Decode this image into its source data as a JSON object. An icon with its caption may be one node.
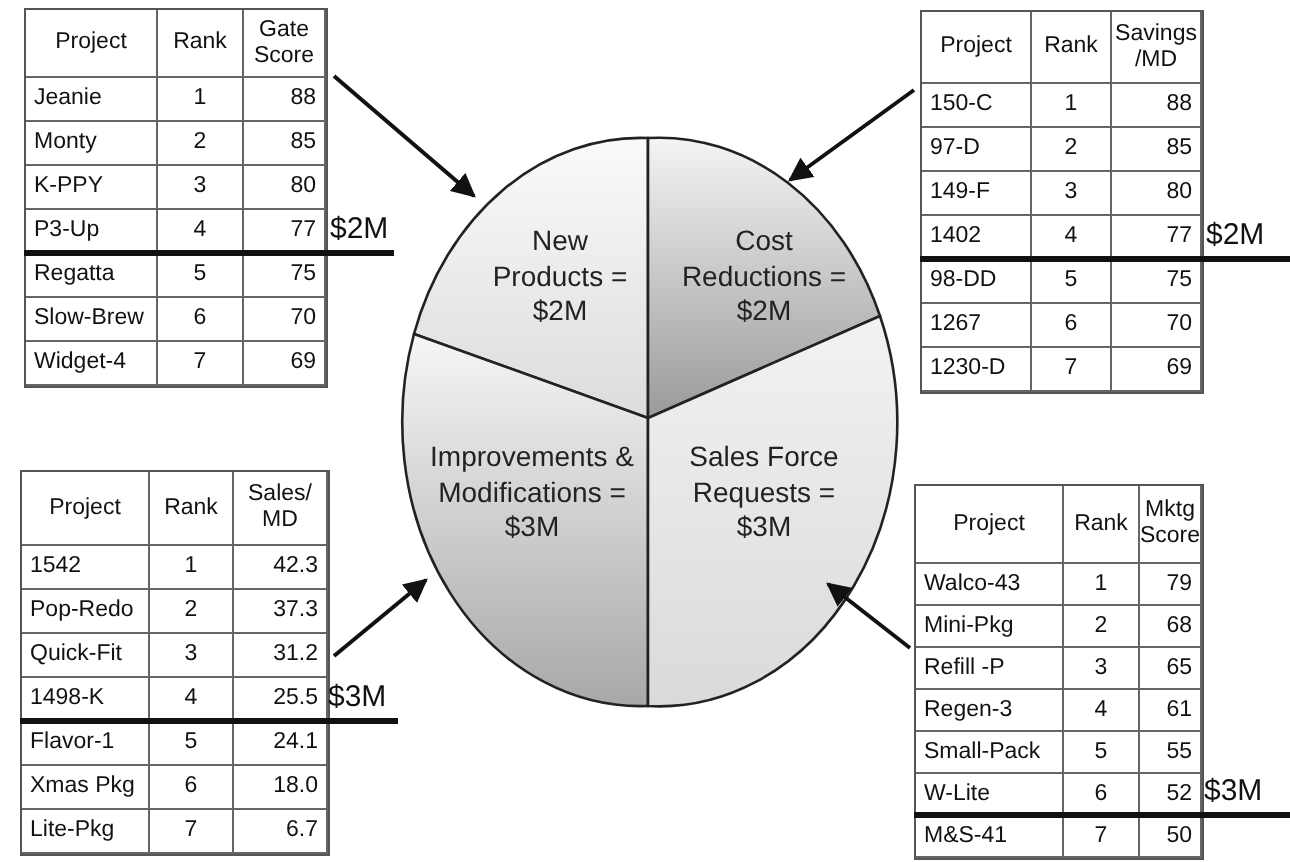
{
  "diagram": {
    "nodes": [
      {
        "text": [
          "Project",
          "Rank",
          "Gate Score",
          "Jeanie",
          "1",
          "88",
          "Monty",
          "2",
          "85",
          "K-PPY",
          "3",
          "80",
          "P3-Up",
          "4",
          "77",
          "Regatta",
          "5",
          "75",
          "Slow-Brew",
          "6",
          "70",
          "Widget-4",
          "7",
          "69"
        ],
        "beside": [
          "$2M"
        ]
      },
      {
        "text": [
          "New Products = $2M"
        ]
      },
      {
        "text": [
          "Cost Reductions = $2M"
        ]
      },
      {
        "text": [
          "Project",
          "Rank",
          "Savings /MD",
          "150-C",
          "1",
          "88",
          "97-D",
          "2",
          "85",
          "149-F",
          "3",
          "80",
          "1402",
          "4",
          "77",
          "98-DD",
          "5",
          "75",
          "1267",
          "6",
          "70",
          "1230-D",
          "7",
          "69"
        ],
        "beside": [
          "$2M"
        ]
      },
      {
        "text": [
          "Improvements & Modifications = $3M"
        ]
      },
      {
        "text": [
          "Sales Force Requests = $3M"
        ]
      },
      {
        "text": [
          "Project",
          "Rank",
          "Sales/ MD",
          "1542",
          "1",
          "42.3",
          "Pop-Redo",
          "2",
          "37.3",
          "Quick-Fit",
          "3",
          "31.2",
          "1498-K",
          "4",
          "25.5",
          "Flavor-1",
          "5",
          "24.1",
          "Xmas Pkg",
          "6",
          "18.0",
          "Lite-Pkg",
          "7",
          "6.7"
        ],
        "beside": [
          "$3M"
        ]
      },
      {
        "text": [
          "Project",
          "Rank",
          "Mktg Score",
          "Walco-43",
          "1",
          "79",
          "Mini-Pkg",
          "2",
          "68",
          "Refill -P",
          "3",
          "65",
          "Regen-3",
          "4",
          "61",
          "Small-Pack",
          "5",
          "55",
          "W-Lite",
          "6",
          "52",
          "M&S-41",
          "7",
          "50"
        ],
        "beside": [
          "$3M"
        ]
      }
    ],
    "edges": [
      {
        "from": 0,
        "to": 1,
        "arrow": "to"
      },
      {
        "from": 3,
        "to": 2,
        "arrow": "to"
      },
      {
        "from": 6,
        "to": 4,
        "arrow": "to"
      },
      {
        "from": 7,
        "to": 5,
        "arrow": "to"
      }
    ]
  }
}
